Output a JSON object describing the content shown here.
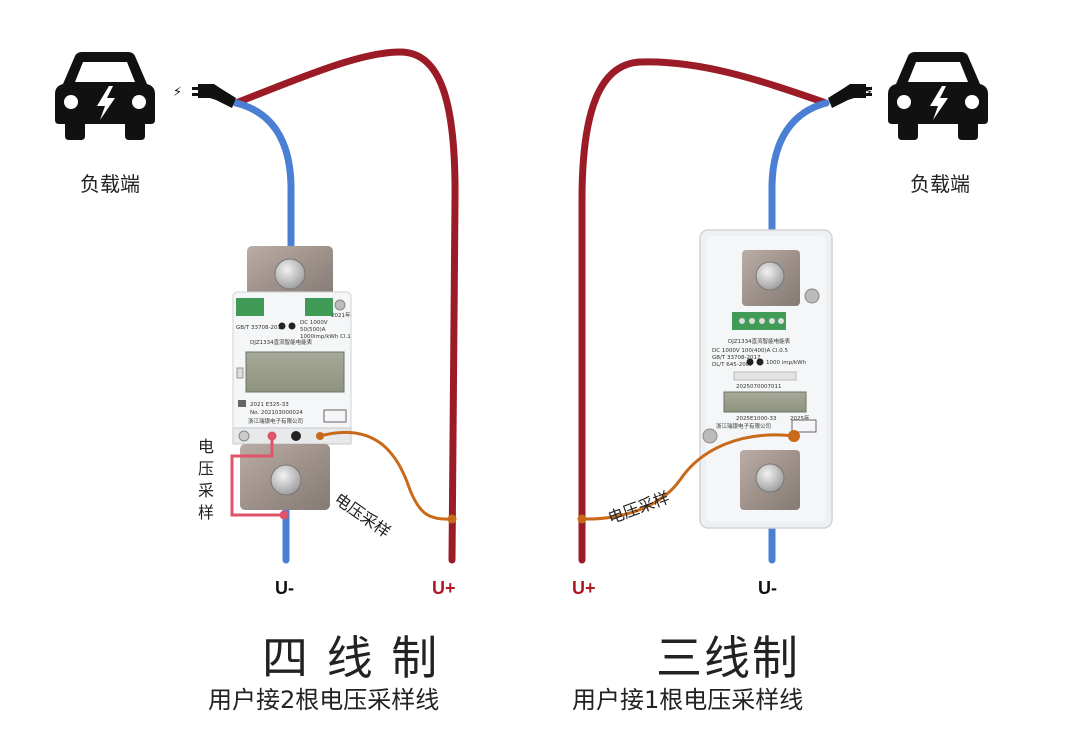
{
  "left": {
    "load_label": "负载端",
    "terminal_neg": "U-",
    "terminal_pos": "U+",
    "sample_label_wire": "电压采样",
    "sample_label_vertical": [
      "电",
      "压",
      "采",
      "样"
    ],
    "title": "四 线 制",
    "subtitle": "用户接2根电压采样线"
  },
  "right": {
    "load_label": "负载端",
    "terminal_neg": "U-",
    "terminal_pos": "U+",
    "sample_label_wire": "电压采样",
    "title": "三线制",
    "subtitle": "用户接1根电压采样线"
  },
  "meter_left": {
    "model": "DJZ1334直流智能电能表",
    "spec1": "DC 1000V",
    "spec2": "50(500)A",
    "spec3": "1000imp/kWh  Cl.1",
    "std": "GB/T 33708-2017",
    "year": "2021年",
    "cert": "2021 E325-33",
    "serial": "No. 202103000024",
    "maker": "浙江瑞银电子有限公司"
  },
  "meter_right": {
    "model": "DJZ1334直流智能电能表",
    "spec1": "DC 1000V  100(400)A  Cl.0.5",
    "spec2": "GB/T 33708-2017",
    "spec3": "1000 imp/kWh",
    "std": "DL/T 645-2007",
    "serial": "2025070007011",
    "cert": "2025E1000-33",
    "year": "2025年",
    "maker": "浙江瑞银电子有限公司"
  },
  "colors": {
    "positive_wire": "#9b1c27",
    "negative_wire": "#4a7fd4",
    "sample_wire": "#c96a1a",
    "sample_loop": "#e0546b",
    "terminal_pos_text": "#b01822"
  }
}
